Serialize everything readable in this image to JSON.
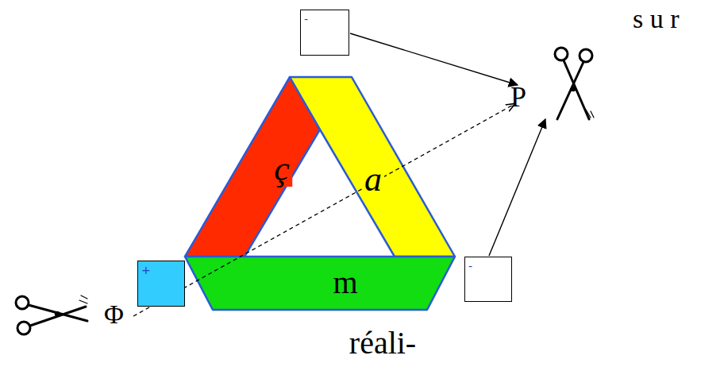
{
  "diagram": {
    "nodes": [
      {
        "text": [
          "-"
        ]
      },
      {
        "text": [
          "ç"
        ]
      },
      {
        "text": [
          "a"
        ]
      },
      {
        "text": [
          "+"
        ]
      },
      {
        "text": [
          "m"
        ]
      },
      {
        "text": [
          "-"
        ]
      }
    ],
    "labels": [
      "s u r",
      "P",
      "Φ",
      "réali-"
    ]
  }
}
